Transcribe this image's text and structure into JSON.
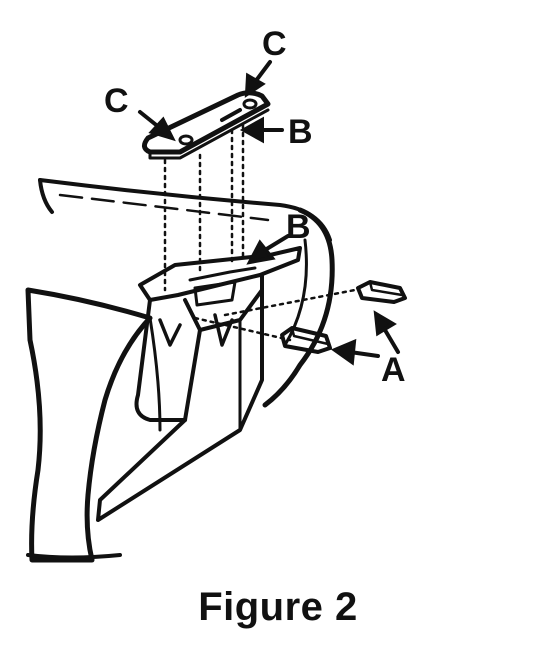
{
  "caption": "Figure 2",
  "labels": {
    "c_top": "C",
    "c_left": "C",
    "b_upper": "B",
    "b_lower": "B",
    "a": "A"
  },
  "colors": {
    "ink": "#111111",
    "paper": "#ffffff"
  }
}
